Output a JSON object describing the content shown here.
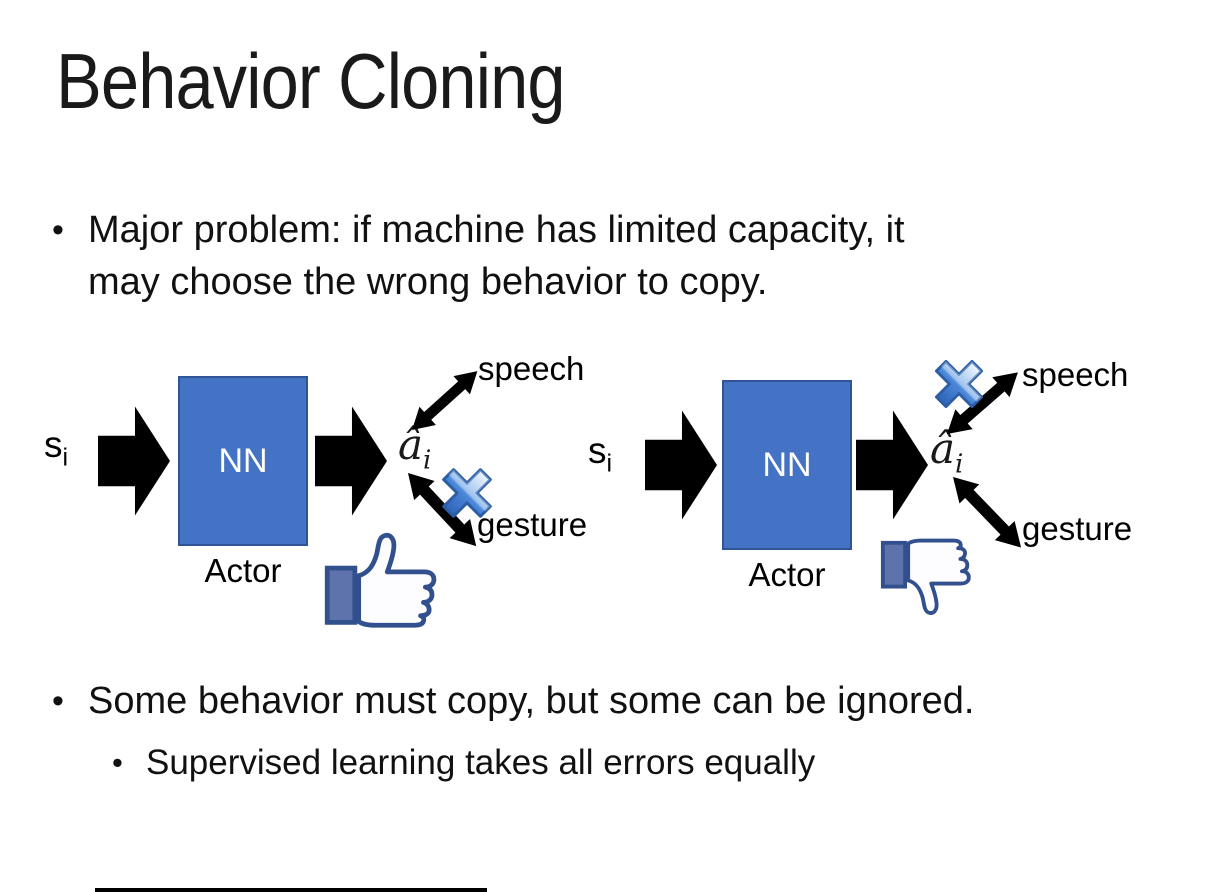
{
  "slide": {
    "title": "Behavior Cloning",
    "bullet_marker": "•",
    "bullets": {
      "main1_line1": "Major problem: if machine has limited capacity, it",
      "main1_line2": "may choose the wrong behavior to copy.",
      "main2": "Some behavior must copy, but some can be ignored.",
      "sub1": "Supervised learning takes all errors equally"
    }
  },
  "diagrams": [
    {
      "input": "s",
      "input_sub": "i",
      "box": "NN",
      "box_role": "Actor",
      "output": "â",
      "output_sub": "i",
      "branch_top": "speech",
      "branch_bottom": "gesture",
      "crossed_branch": "gesture",
      "feedback_icon": "thumbs-up-icon"
    },
    {
      "input": "s",
      "input_sub": "i",
      "box": "NN",
      "box_role": "Actor",
      "output": "â",
      "output_sub": "i",
      "branch_top": "speech",
      "branch_bottom": "gesture",
      "crossed_branch": "speech",
      "feedback_icon": "thumbs-down-icon"
    }
  ],
  "colors": {
    "nn_box_fill": "#4472C4",
    "nn_box_border": "#2F5597",
    "flow_arrow_black": "#000000",
    "branch_arrow_red": "#EC1C24",
    "cross_icon_blue": "#4A86D8",
    "thumb_outline_blue": "#32508E",
    "thumb_cuff_fill": "#5E73AC"
  }
}
